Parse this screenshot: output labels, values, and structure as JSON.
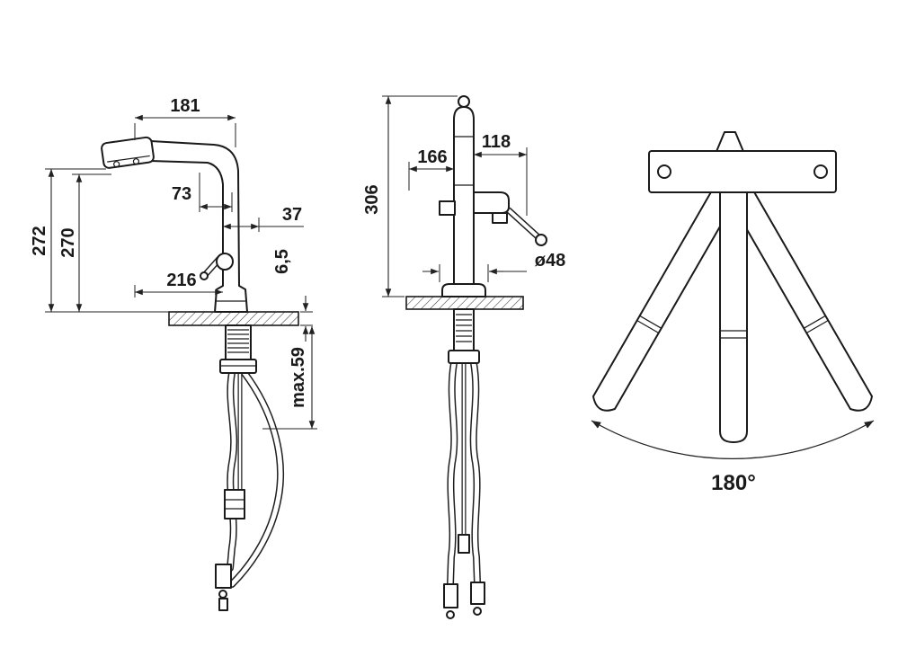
{
  "canvas": {
    "background": "#ffffff",
    "line_color": "#1a1a1a",
    "dimension_color": "#222222"
  },
  "side_view": {
    "dim_spout_length": "181",
    "dim_offset_73": "73",
    "dim_offset_37": "37",
    "dim_height_272": "272",
    "dim_height_270": "270",
    "dim_reach_216": "216",
    "dim_deck_thickness": "6,5",
    "dim_max_mount": "max.59"
  },
  "front_view": {
    "dim_height_306": "306",
    "dim_reach_166": "166",
    "dim_reach_118": "118",
    "dim_base_diameter": "ø48"
  },
  "swivel_view": {
    "dim_angle": "180°"
  }
}
